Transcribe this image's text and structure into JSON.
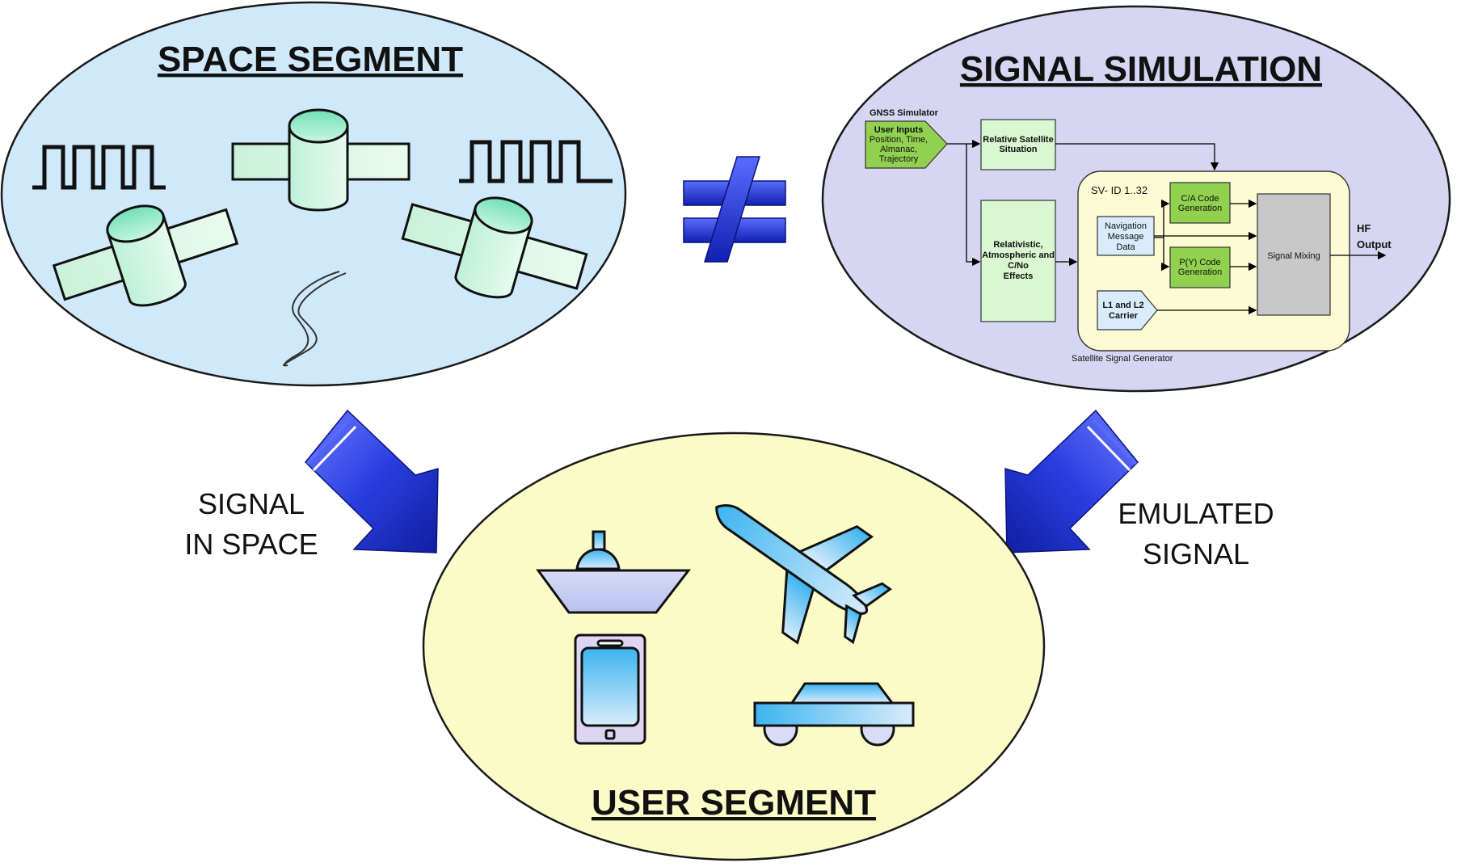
{
  "space_segment": {
    "title": "SPACE SEGMENT"
  },
  "signal_simulation": {
    "title": "SIGNAL SIMULATION",
    "gnss_simulator_label": "GNSS Simulator",
    "user_inputs": [
      "User Inputs",
      "Position, Time,",
      "Almanac,",
      "Trajectory"
    ],
    "relative_satellite": [
      "Relative Satellite",
      "Situation"
    ],
    "effects": [
      "Relativistic,",
      "Atmospheric and",
      "C/No",
      "Effects"
    ],
    "sv_id": "SV- ID 1..32",
    "ca_code": [
      "C/A Code",
      "Generation"
    ],
    "nav_message": [
      "Navigation",
      "Message",
      "Data"
    ],
    "py_code": [
      "P(Y) Code",
      "Generation"
    ],
    "carrier": [
      "L1 and L2",
      "Carrier"
    ],
    "signal_mixing": "Signal Mixing",
    "hf_output": [
      "HF",
      "Output"
    ],
    "satellite_signal_generator": "Satellite Signal Generator"
  },
  "not_equal_symbol": "≠",
  "signal_in_space": [
    "SIGNAL",
    "IN SPACE"
  ],
  "emulated_signal": [
    "EMULATED",
    "SIGNAL"
  ],
  "user_segment": {
    "title": "USER SEGMENT"
  },
  "colors": {
    "space_fill": "#cfe9fb",
    "sim_fill": "#d6d6f2",
    "user_fill": "#fbfbc8",
    "arrow_blue": "#1e30c8",
    "green_block": "#92d050",
    "light_green_block": "#d9f7d0",
    "yellow_panel": "#fdfbd3",
    "mixing_gray": "#c8c8c8"
  },
  "icons": [
    "satellite-icon",
    "square-wave-icon",
    "orbit-curve-icon",
    "ship-icon",
    "airplane-icon",
    "smartphone-icon",
    "car-icon",
    "arrow-down-right-icon",
    "arrow-down-left-icon"
  ]
}
